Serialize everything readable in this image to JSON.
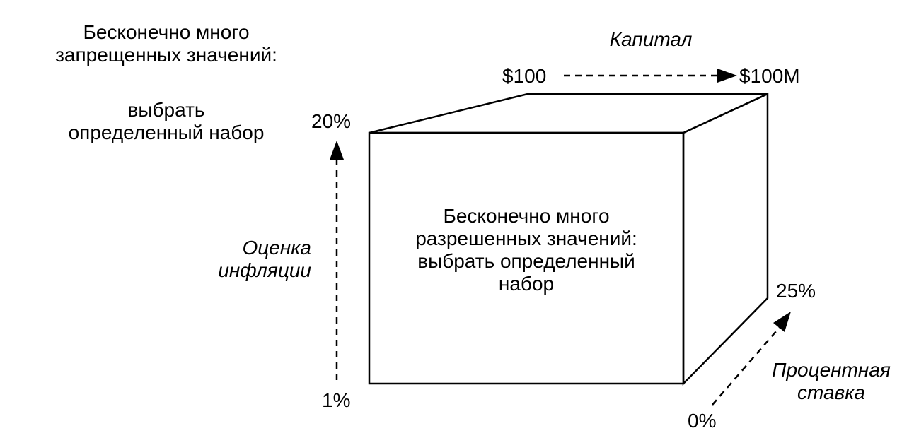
{
  "forbidden_note": {
    "line1": "Бесконечно много",
    "line2": "запрещенных значений:",
    "line3": "выбрать",
    "line4": "определенный набор"
  },
  "allowed_note": {
    "line1": "Бесконечно много",
    "line2": "разрешенных значений:",
    "line3": "выбрать определенный",
    "line4": "набор"
  },
  "axes": {
    "capital": {
      "title": "Капитал",
      "min": "$100",
      "max": "$100M"
    },
    "inflation": {
      "title_line1": "Оценка",
      "title_line2": "инфляции",
      "min": "1%",
      "max": "20%"
    },
    "interest": {
      "title_line1": "Процентная",
      "title_line2": "ставка",
      "min": "0%",
      "max": "25%"
    }
  },
  "colors": {
    "ink": "#000000",
    "background": "#ffffff"
  }
}
